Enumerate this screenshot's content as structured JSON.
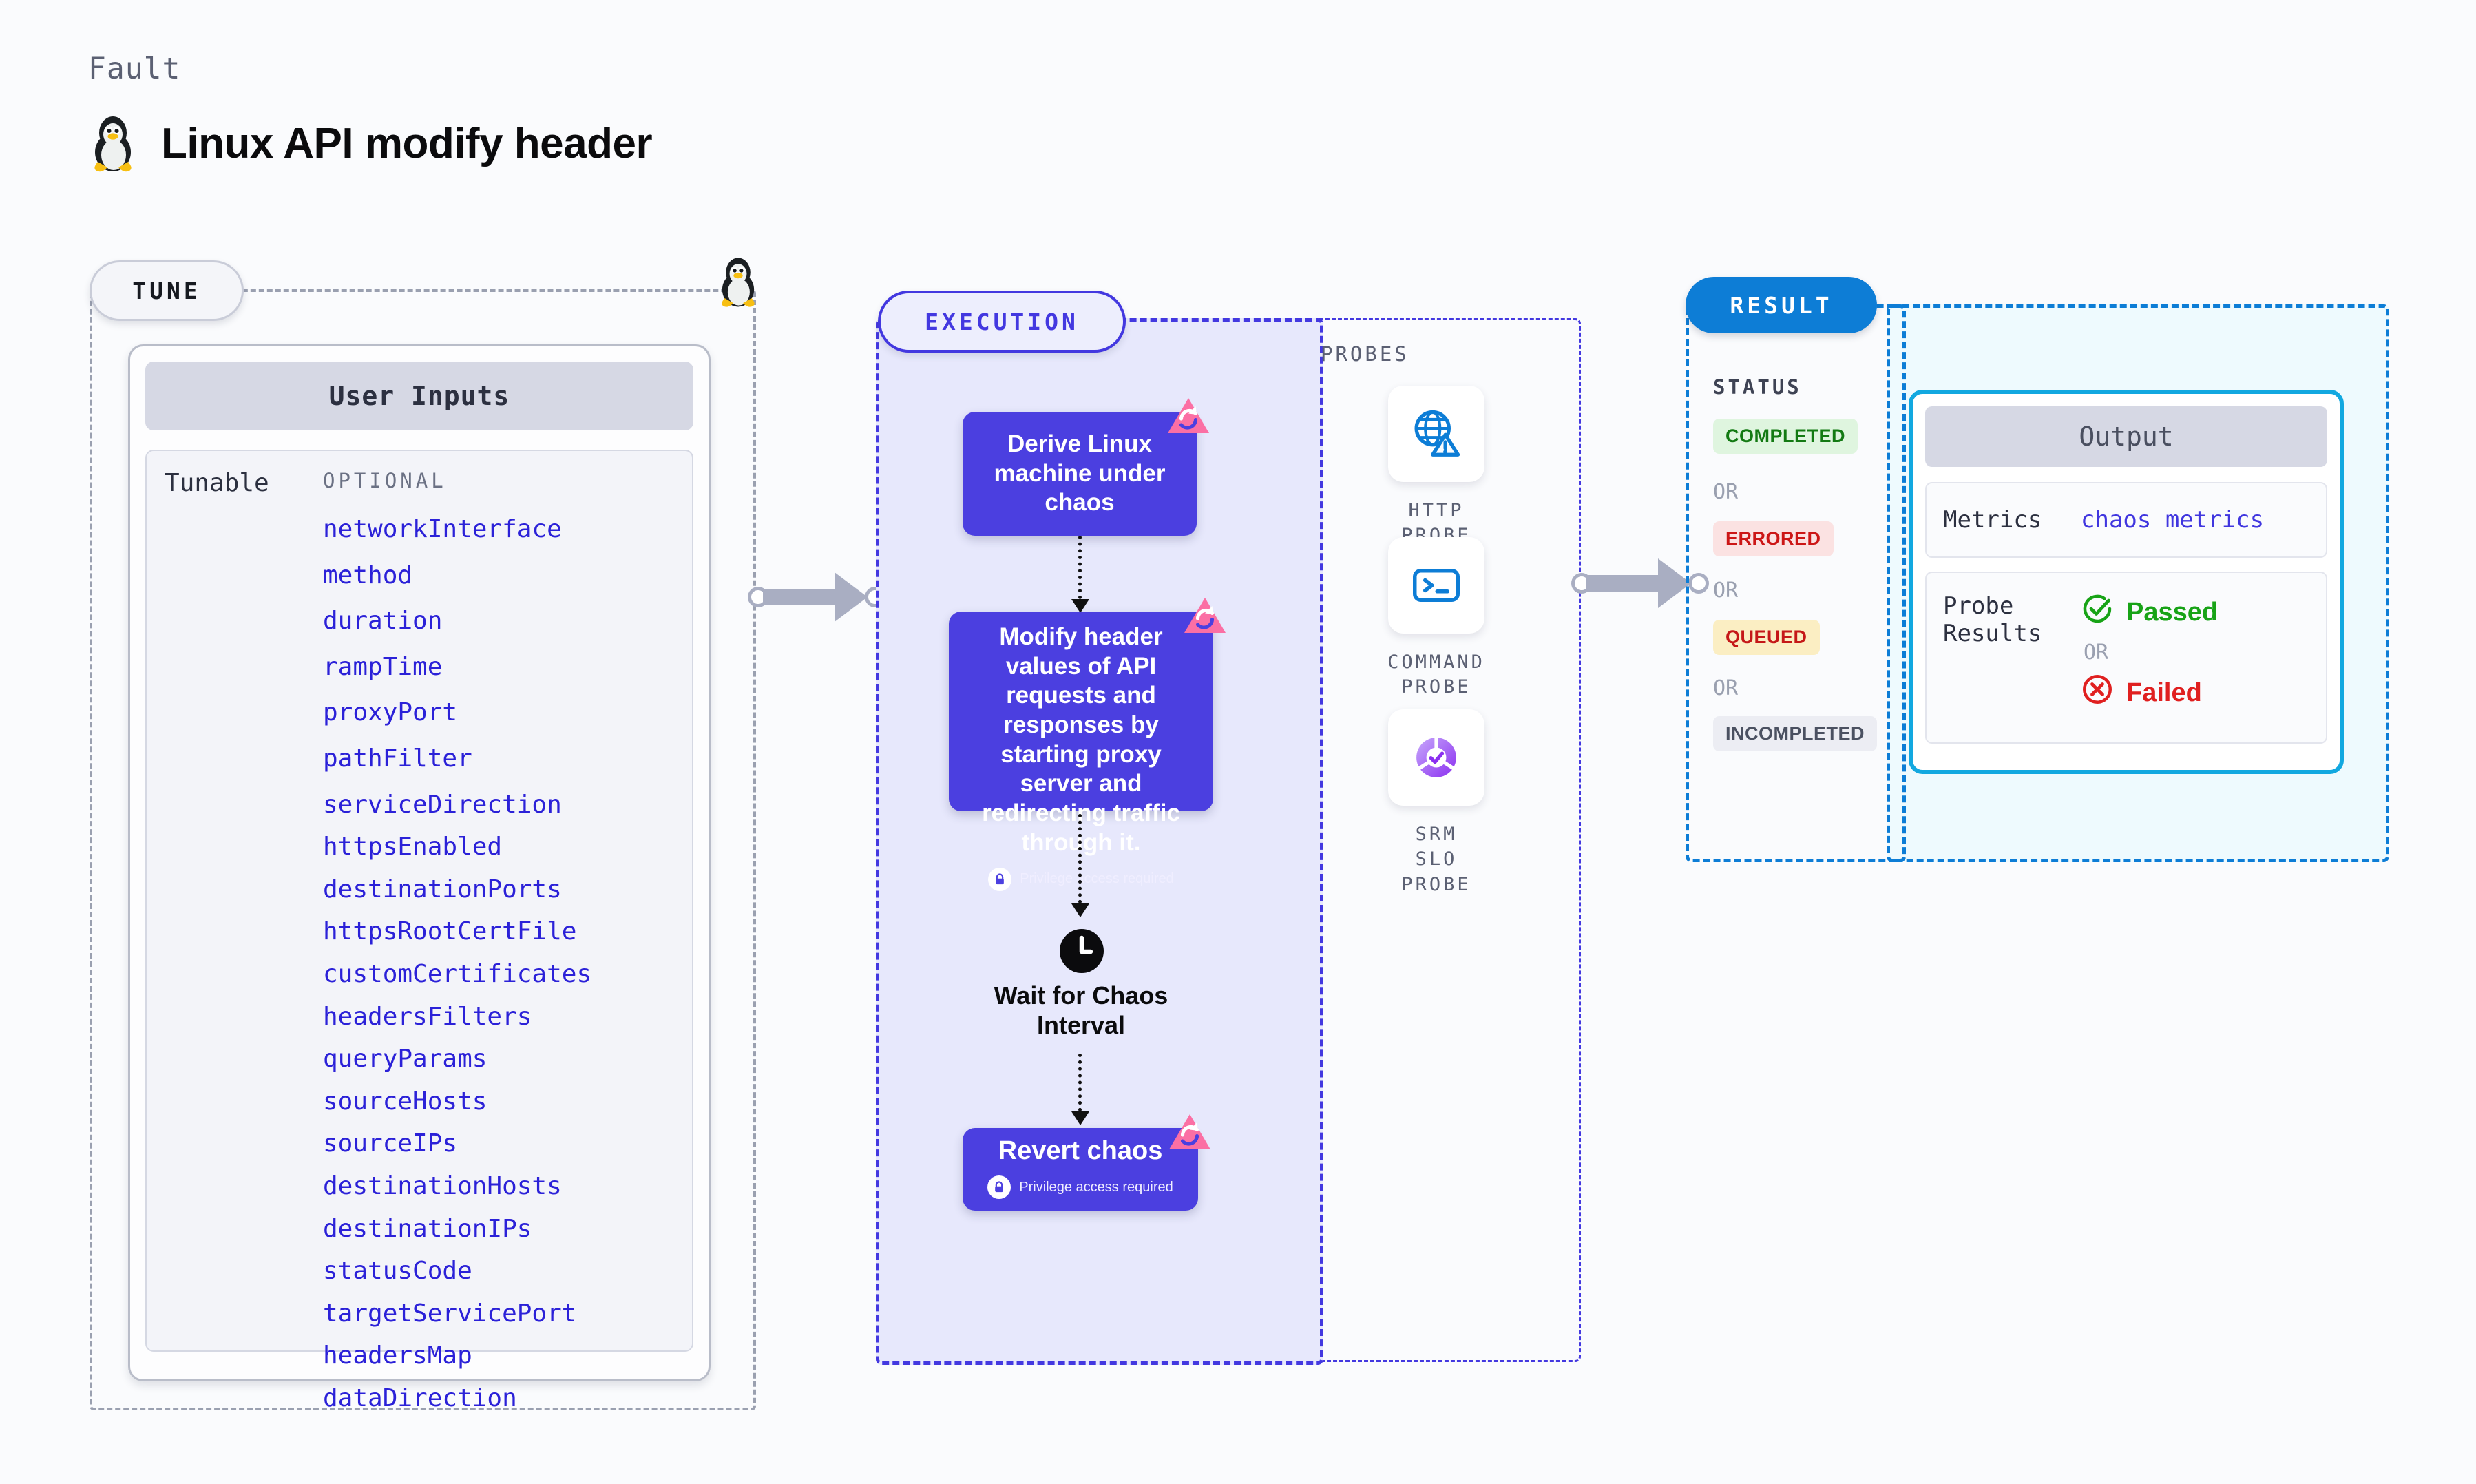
{
  "header": {
    "kicker": "Fault",
    "title": "Linux API modify header",
    "icon": "linux-penguin-icon"
  },
  "tune": {
    "pill_label": "TUNE",
    "card_title": "User Inputs",
    "row_label": "Tunable",
    "optional_label": "OPTIONAL",
    "tunables": [
      "networkInterface",
      "method",
      "duration",
      "rampTime",
      "proxyPort",
      "pathFilter",
      "serviceDirection",
      "httpsEnabled",
      "destinationPorts",
      "httpsRootCertFile",
      "customCertificates",
      "headersFilters",
      "queryParams",
      "sourceHosts",
      "sourceIPs",
      "destinationHosts",
      "destinationIPs",
      "statusCode",
      "targetServicePort",
      "headersMap",
      "dataDirection"
    ]
  },
  "execution": {
    "pill_label": "EXECUTION",
    "nodes": [
      {
        "label": "Derive Linux machine under chaos",
        "privilege": null
      },
      {
        "label": "Modify header values of API requests and responses by starting proxy server and redirecting traffic through it.",
        "privilege": "Privilege access required"
      },
      {
        "label": "Wait for Chaos Interval",
        "privilege": null
      },
      {
        "label": "Revert chaos",
        "privilege": "Privilege access required"
      }
    ]
  },
  "probes": {
    "title": "PROBES",
    "items": [
      {
        "name": "HTTP PROBE",
        "icon": "globe-warning-icon"
      },
      {
        "name": "COMMAND PROBE",
        "icon": "terminal-icon"
      },
      {
        "name": "SRM SLO PROBE",
        "icon": "slo-donut-check-icon"
      }
    ]
  },
  "result": {
    "pill_label": "RESULT",
    "status_title": "STATUS",
    "or_label": "OR",
    "statuses": [
      {
        "label": "COMPLETED",
        "bg": "#dff5df",
        "fg": "#137a13"
      },
      {
        "label": "ERRORED",
        "bg": "#fbe2e2",
        "fg": "#cc1616"
      },
      {
        "label": "QUEUED",
        "bg": "#fbeec3",
        "fg": "#c51818"
      },
      {
        "label": "INCOMPLETED",
        "bg": "#ecedf3",
        "fg": "#4b5161"
      }
    ],
    "output": {
      "title": "Output",
      "metrics_label": "Metrics",
      "metrics_value": "chaos metrics",
      "probe_results_label_line1": "Probe",
      "probe_results_label_line2": "Results",
      "passed_label": "Passed",
      "failed_label": "Failed",
      "or_label": "OR"
    }
  },
  "colors": {
    "accent_purple": "#4b3fe0",
    "accent_blue": "#0d7dd6",
    "accent_cyan": "#12a8e0",
    "pink_badge": "#fb6fa4",
    "passed_green": "#18a317",
    "failed_red": "#e02020",
    "page_bg": "#fafbfd"
  }
}
